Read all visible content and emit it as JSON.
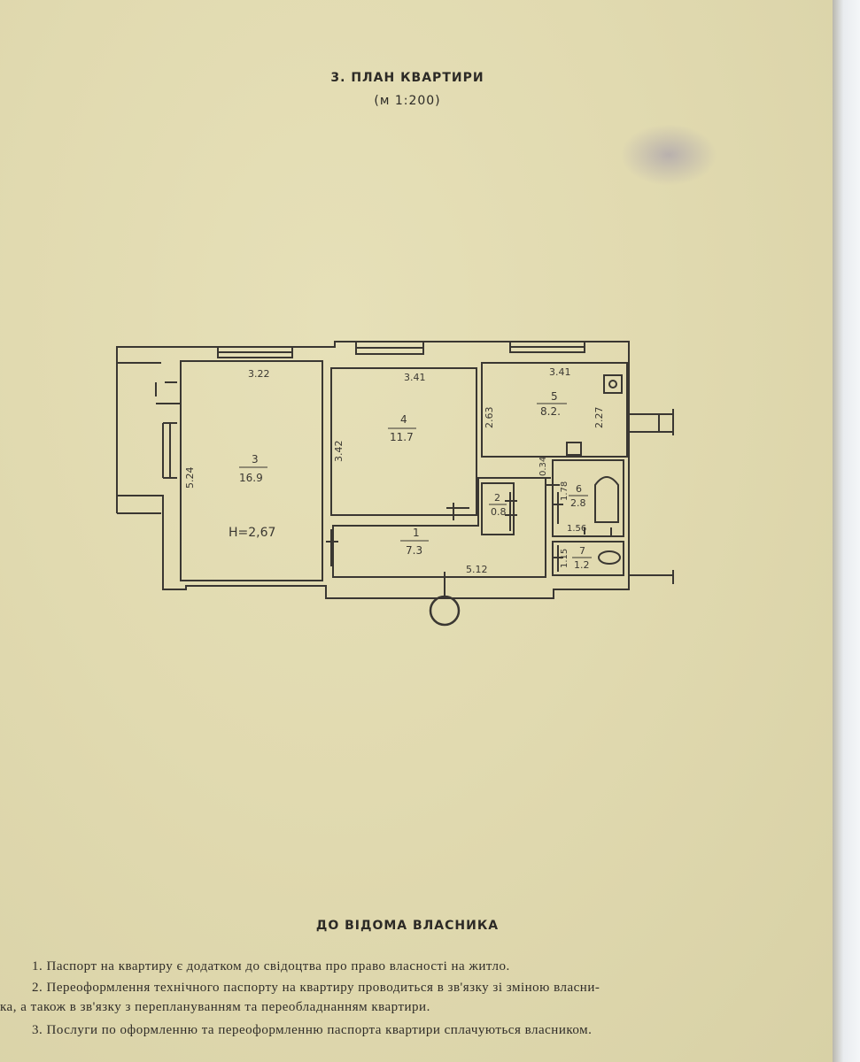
{
  "header": {
    "title": "3. ПЛАН КВАРТИРИ",
    "scale": "(м 1:200)"
  },
  "plan": {
    "dims": {
      "room3_width": "3.22",
      "room4_width": "3.41",
      "room5_width": "3.41",
      "room3_depth": "5.24",
      "room4_depth": "3.42",
      "room5_depth_left": "2.63",
      "room5_depth_right": "2.27",
      "corridor_length": "5.12",
      "wall": "0.34",
      "bath_depth": "1.78",
      "bath_width": "1.56",
      "wc_depth": "1.15"
    },
    "rooms": [
      {
        "number": "3",
        "area": "16.9"
      },
      {
        "number": "4",
        "area": "11.7"
      },
      {
        "number": "5",
        "area": "8.2."
      },
      {
        "number": "1",
        "area": "7.3"
      },
      {
        "number": "2",
        "area": "0.8"
      },
      {
        "number": "6",
        "area": "2.8"
      },
      {
        "number": "7",
        "area": "1.2"
      }
    ],
    "height_label": "H=2,67"
  },
  "notice": {
    "heading": "ДО ВІДОМА ВЛАСНИКА",
    "items": [
      "1. Паспорт на квартиру є додатком до свідоцтва про право власності на житло.",
      "2. Переоформлення технічного паспорту на квартиру проводиться в зв'язку зі зміною власни-",
      "ка, а також в зв'язку з переплануванням та переобладнанням квартири.",
      "3. Послуги по оформленню та переоформленню паспорта квартири сплачуються власником."
    ]
  }
}
